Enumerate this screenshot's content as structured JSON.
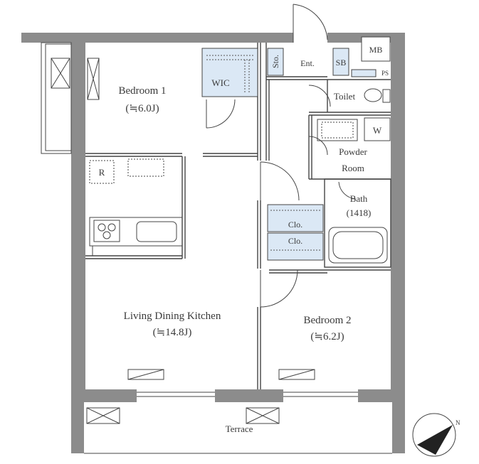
{
  "plan": {
    "rooms": {
      "bedroom1": {
        "name": "Bedroom 1",
        "size": "(≒6.0J)"
      },
      "ldk": {
        "name": "Living Dining Kitchen",
        "size": "(≒14.8J)"
      },
      "bedroom2": {
        "name": "Bedroom 2",
        "size": "(≒6.2J)"
      },
      "powder": {
        "line1": "Powder",
        "line2": "Room"
      },
      "bath": {
        "name": "Bath",
        "size": "(1418)"
      },
      "terrace": {
        "name": "Terrace"
      }
    },
    "fixtures": {
      "wic": "WIC",
      "sto": "Sto.",
      "ent": "Ent.",
      "sb": "SB",
      "mb": "MB",
      "ps": "PS",
      "toilet": "Toilet",
      "clo1": "Clo.",
      "clo2": "Clo.",
      "fridge": "R",
      "washer": "W"
    },
    "colors": {
      "wall": "#8c8c8c",
      "closet_fill": "#dbe8f5",
      "line": "#444444"
    }
  }
}
